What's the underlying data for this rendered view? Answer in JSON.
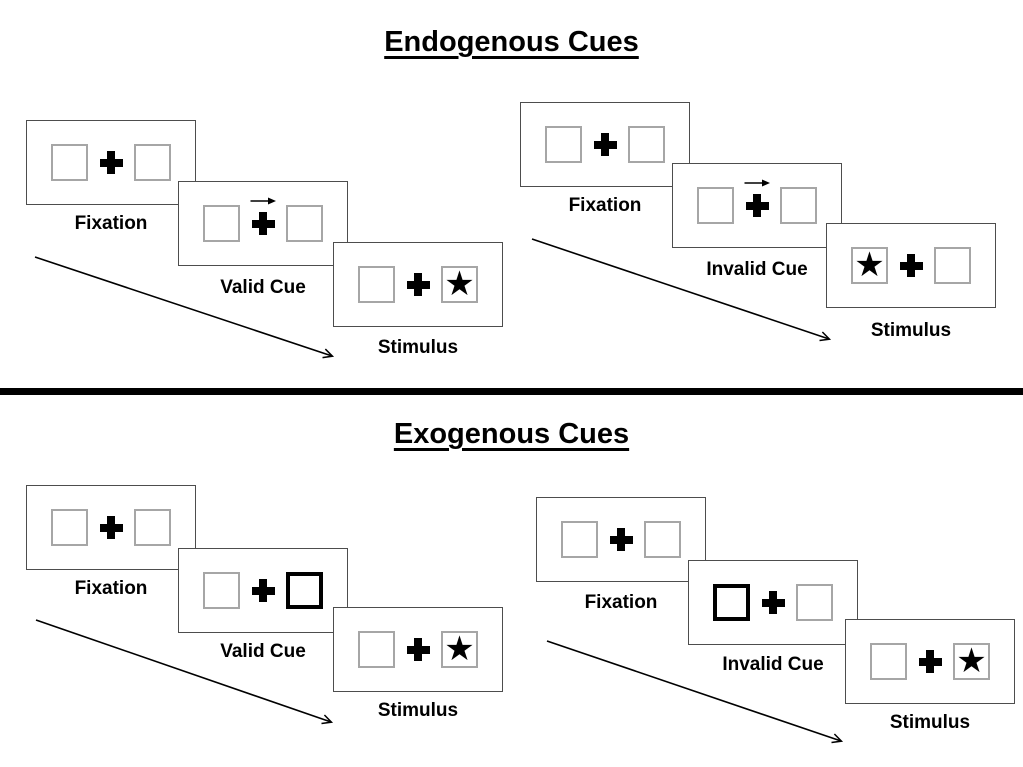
{
  "glyphs": {
    "star": "★"
  },
  "colors": {
    "background": "#ffffff",
    "ink": "#000000",
    "panel_border": "#4d4d4d",
    "box_border": "#a6a6a6",
    "cue_box_border": "#000000"
  },
  "sections": {
    "endogenous": {
      "title": "Endogenous Cues",
      "valid": {
        "fixation_label": "Fixation",
        "cue_label": "Valid Cue",
        "stimulus_label": "Stimulus",
        "cue_type": "central-arrow-pointing-right",
        "stimulus_side": "right"
      },
      "invalid": {
        "fixation_label": "Fixation",
        "cue_label": "Invalid Cue",
        "stimulus_label": "Stimulus",
        "cue_type": "central-arrow-pointing-right",
        "stimulus_side": "left"
      }
    },
    "exogenous": {
      "title": "Exogenous Cues",
      "valid": {
        "fixation_label": "Fixation",
        "cue_label": "Valid Cue",
        "stimulus_label": "Stimulus",
        "cue_type": "peripheral-thick-box-right",
        "stimulus_side": "right"
      },
      "invalid": {
        "fixation_label": "Fixation",
        "cue_label": "Invalid Cue",
        "stimulus_label": "Stimulus",
        "cue_type": "peripheral-thick-box-left",
        "stimulus_side": "right"
      }
    }
  }
}
